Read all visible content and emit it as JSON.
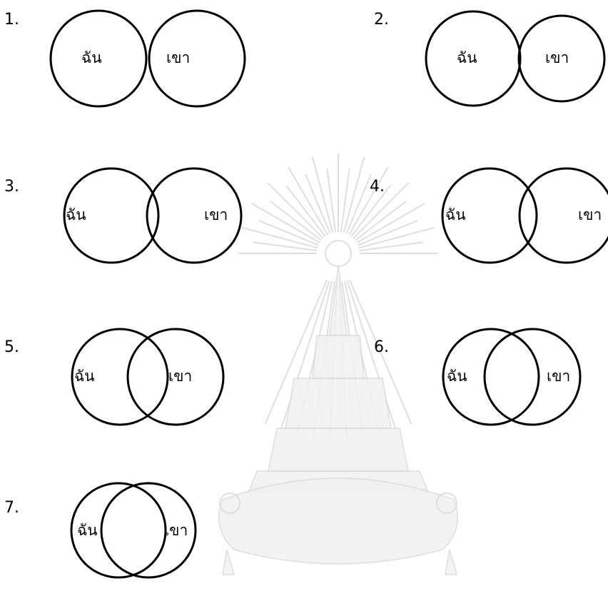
{
  "diagrams": [
    {
      "number": "1.",
      "left_label": "ฉัน",
      "right_label": "เขา"
    },
    {
      "number": "2.",
      "left_label": "ฉัน",
      "right_label": "เขา"
    },
    {
      "number": "3.",
      "left_label": "ฉัน",
      "right_label": "เขา"
    },
    {
      "number": "4.",
      "left_label": "ฉัน",
      "right_label": "เขา"
    },
    {
      "number": "5.",
      "left_label": "ฉัน",
      "right_label": "เขา"
    },
    {
      "number": "6.",
      "left_label": "ฉัน",
      "right_label": "เขา"
    },
    {
      "number": "7.",
      "left_label": "ฉัน",
      "right_label": "เขา"
    }
  ],
  "colors": {
    "stroke": "#000000",
    "background": "#ffffff",
    "watermark": "#d9d9d9"
  }
}
